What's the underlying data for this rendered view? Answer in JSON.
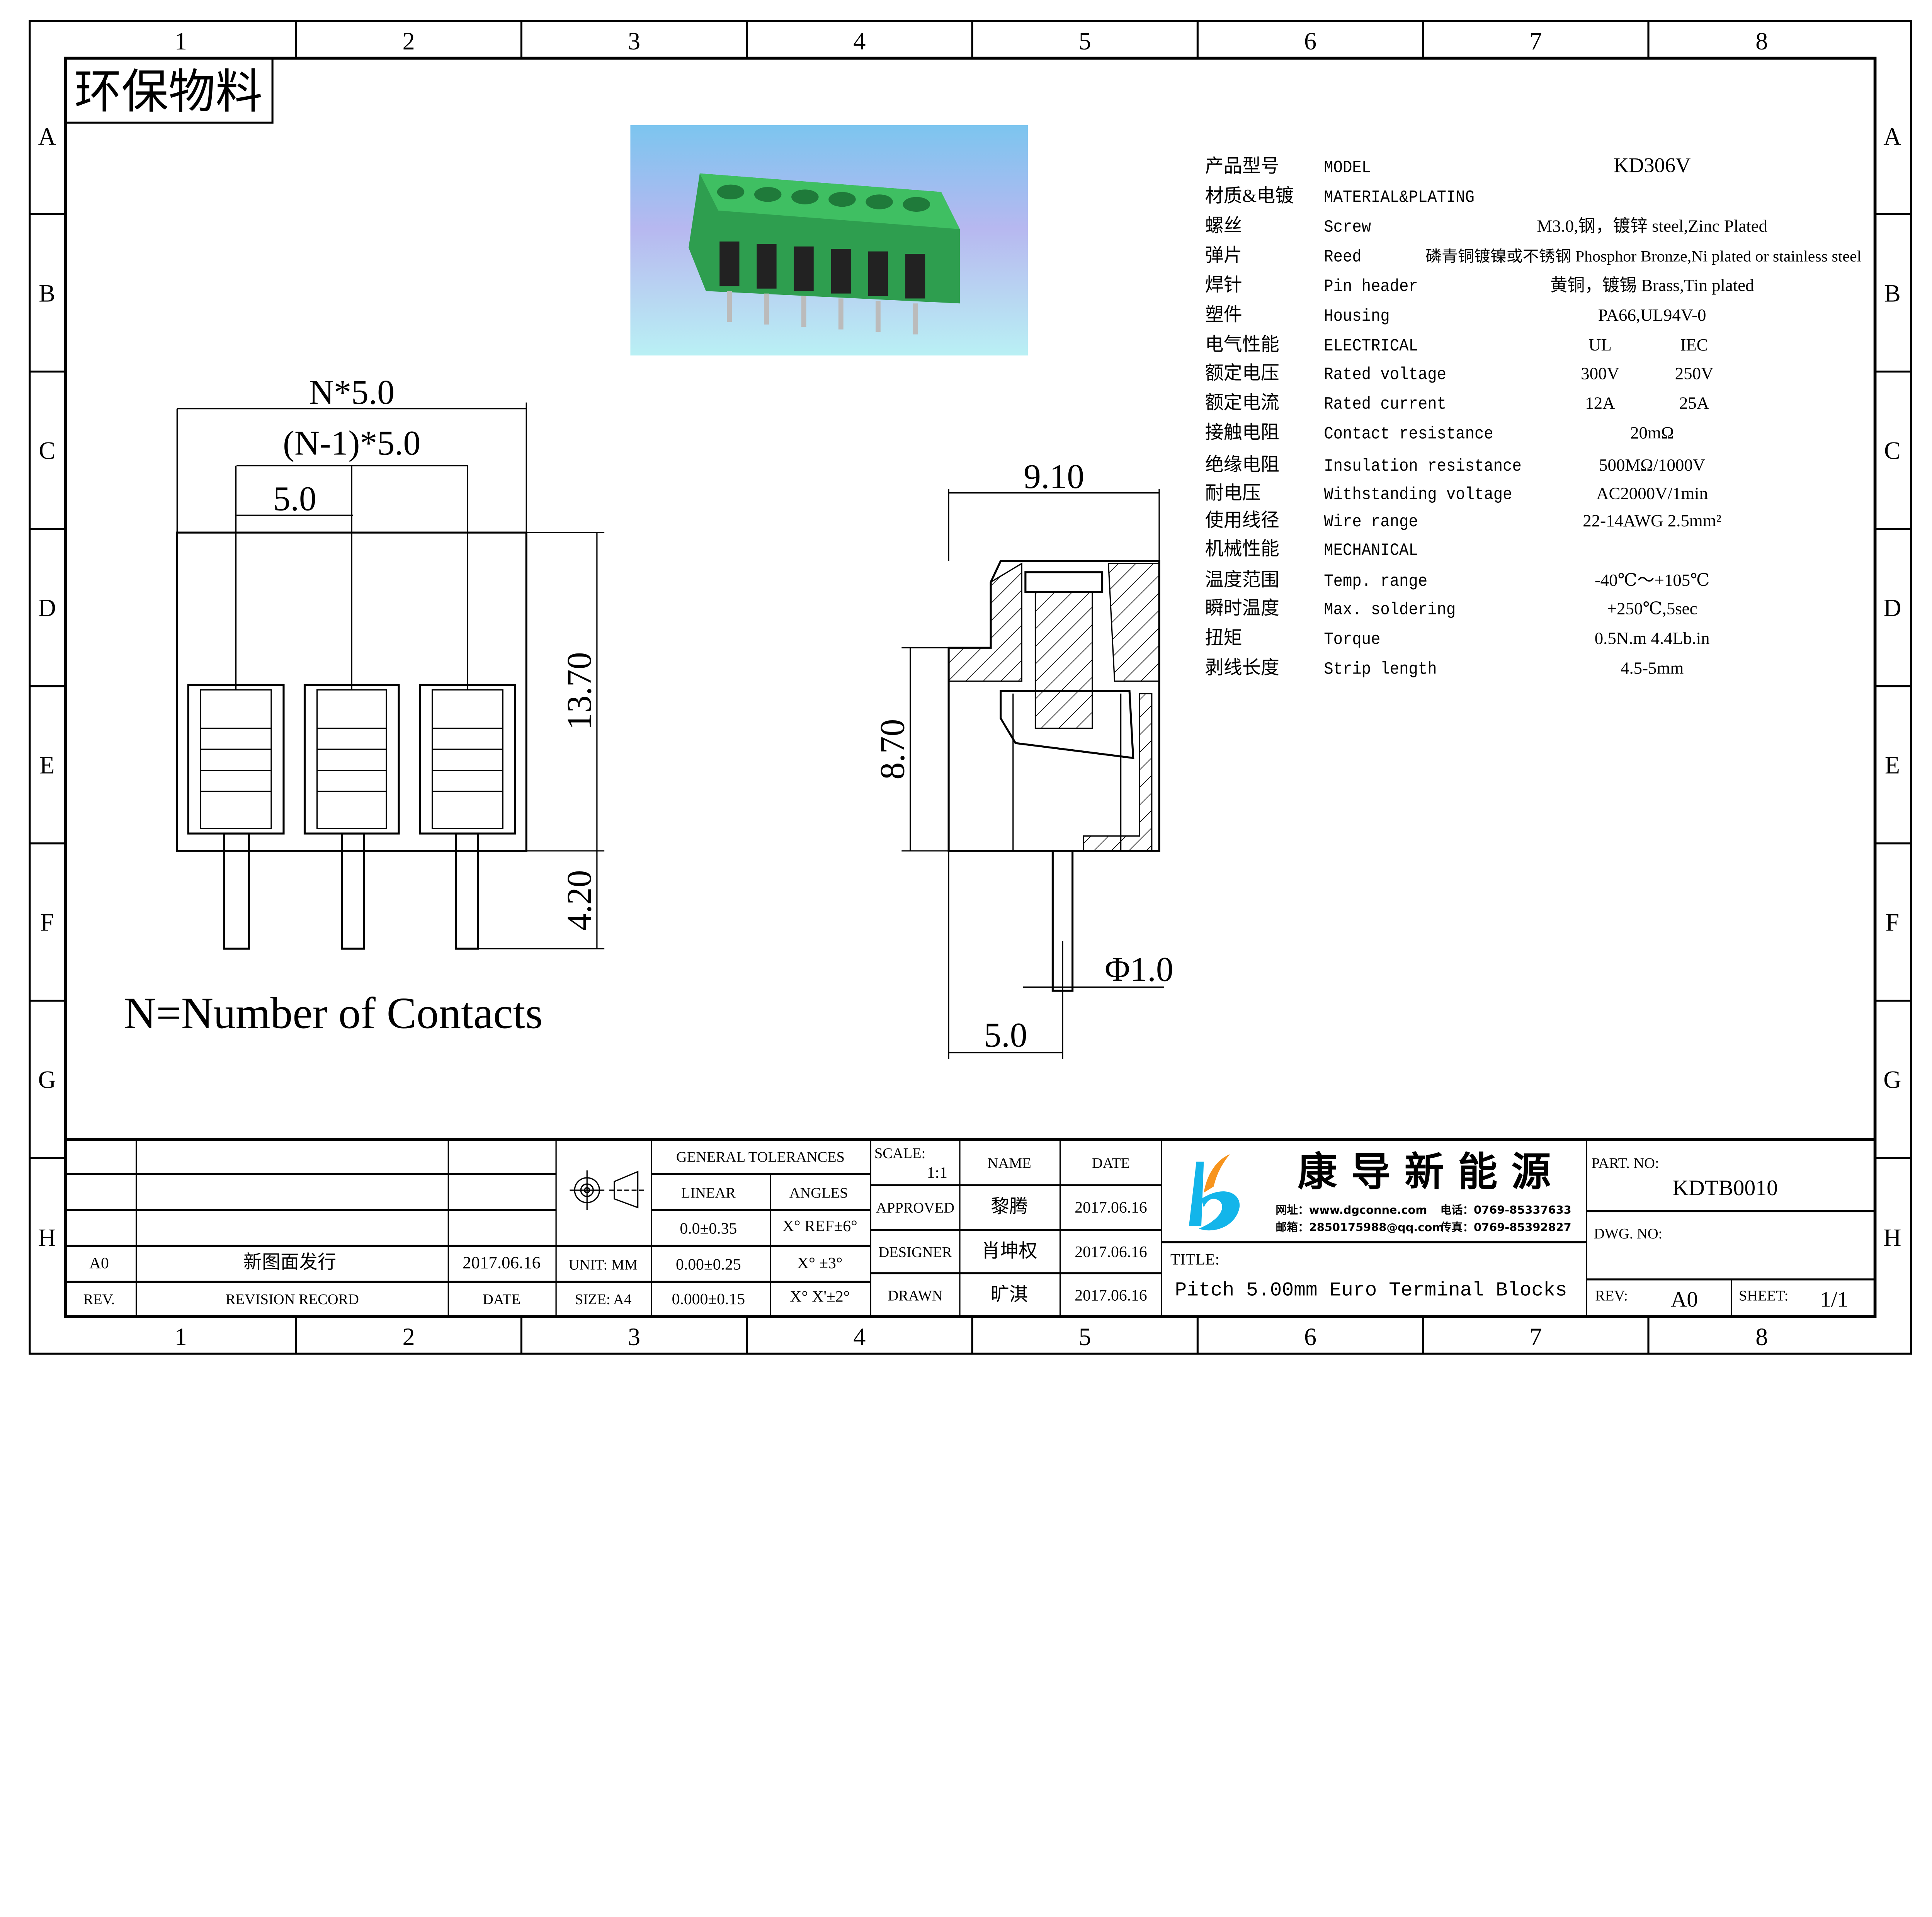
{
  "stamp": "环保物料",
  "grid": {
    "columns": [
      "1",
      "2",
      "3",
      "4",
      "5",
      "6",
      "7",
      "8"
    ],
    "rows": [
      "A",
      "B",
      "C",
      "D",
      "E",
      "F",
      "G",
      "H"
    ]
  },
  "specs": [
    {
      "cn": "产品型号",
      "en": "MODEL",
      "value": "KD306V"
    },
    {
      "cn": "材质&电镀",
      "en": "MATERIAL&PLATING",
      "value": ""
    },
    {
      "cn": "螺丝",
      "en": "Screw",
      "value": "M3.0,钢，镀锌 steel,Zinc Plated"
    },
    {
      "cn": "弹片",
      "en": "Reed",
      "value": "磷青铜镀镍或不锈钢 Phosphor Bronze,Ni plated or stainless steel"
    },
    {
      "cn": "焊针",
      "en": "Pin header",
      "value": "黄铜，镀锡 Brass,Tin plated"
    },
    {
      "cn": "塑件",
      "en": "Housing",
      "value": "PA66,UL94V-0"
    },
    {
      "cn": "电气性能",
      "en": "ELECTRICAL",
      "ul": "UL",
      "iec": "IEC"
    },
    {
      "cn": "额定电压",
      "en": "Rated voltage",
      "ul": "300V",
      "iec": "250V"
    },
    {
      "cn": "额定电流",
      "en": "Rated current",
      "ul": "12A",
      "iec": "25A"
    },
    {
      "cn": "接触电阻",
      "en": "Contact resistance",
      "value": "20mΩ"
    },
    {
      "cn": "绝缘电阻",
      "en": "Insulation resistance",
      "value": "500MΩ/1000V"
    },
    {
      "cn": "耐电压",
      "en": "Withstanding voltage",
      "value": "AC2000V/1min"
    },
    {
      "cn": "使用线径",
      "en": "Wire range",
      "value": "22-14AWG 2.5mm²"
    },
    {
      "cn": "机械性能",
      "en": "MECHANICAL",
      "value": ""
    },
    {
      "cn": "温度范围",
      "en": "Temp. range",
      "value": "-40℃～+105℃"
    },
    {
      "cn": "瞬时温度",
      "en": "Max. soldering",
      "value": "+250℃,5sec"
    },
    {
      "cn": "扭矩",
      "en": "Torque",
      "value": "0.5N.m  4.4Lb.in"
    },
    {
      "cn": "剥线长度",
      "en": "Strip length",
      "value": "4.5-5mm"
    }
  ],
  "dimensions": {
    "overall": "N*5.0",
    "pitch_span": "(N-1)*5.0",
    "pitch": "5.0",
    "height": "13.70",
    "pin_length": "4.20",
    "depth": "9.10",
    "side_height": "8.70",
    "pin_diameter": "Φ1.0",
    "pin_offset": "5.0"
  },
  "note": "N=Number of Contacts",
  "title_block": {
    "revisions": [
      {
        "rev": "A0",
        "record": "新图面发行",
        "date": "2017.06.16"
      }
    ],
    "rev_header": "REV.",
    "record_header": "REVISION RECORD",
    "date_header": "DATE",
    "unit": "UNIT: MM",
    "size": "SIZE: A4",
    "tolerances_title": "GENERAL TOLERANCES",
    "linear": "LINEAR",
    "angles": "ANGLES",
    "linear_values": [
      "0.0±0.35",
      "0.00±0.25",
      "0.000±0.15"
    ],
    "angle_values": [
      "X° REF±6°",
      "X° ±3°",
      "X° X'±2°"
    ],
    "scale_label": "SCALE:",
    "scale": "1:1",
    "name_header": "NAME",
    "date_col_header": "DATE",
    "approved": {
      "label": "APPROVED",
      "name": "黎腾",
      "date": "2017.06.16"
    },
    "designer": {
      "label": "DESIGNER",
      "name": "肖坤权",
      "date": "2017.06.16"
    },
    "drawn": {
      "label": "DRAWN",
      "name": "旷淇",
      "date": "2017.06.16"
    },
    "company": "康 导 新 能 源",
    "website": "网址：www.dgconne.com",
    "phone": "电话：0769-85337633",
    "email": "邮箱：2850175988@qq.com",
    "fax": "传真：0769-85392827",
    "title_label": "TITLE:",
    "title": "Pitch 5.00mm Euro Terminal Blocks",
    "part_no_label": "PART. NO:",
    "part_no": "KDTB0010",
    "dwg_no_label": "DWG. NO:",
    "rev_label": "REV:",
    "rev": "A0",
    "sheet_label": "SHEET:",
    "sheet": "1/1"
  },
  "colors": {
    "logo_blue": "#13b5ea",
    "logo_orange": "#f7941d",
    "photo_sky": "#9fd3f5",
    "housing_green": "#2e9e4f"
  }
}
